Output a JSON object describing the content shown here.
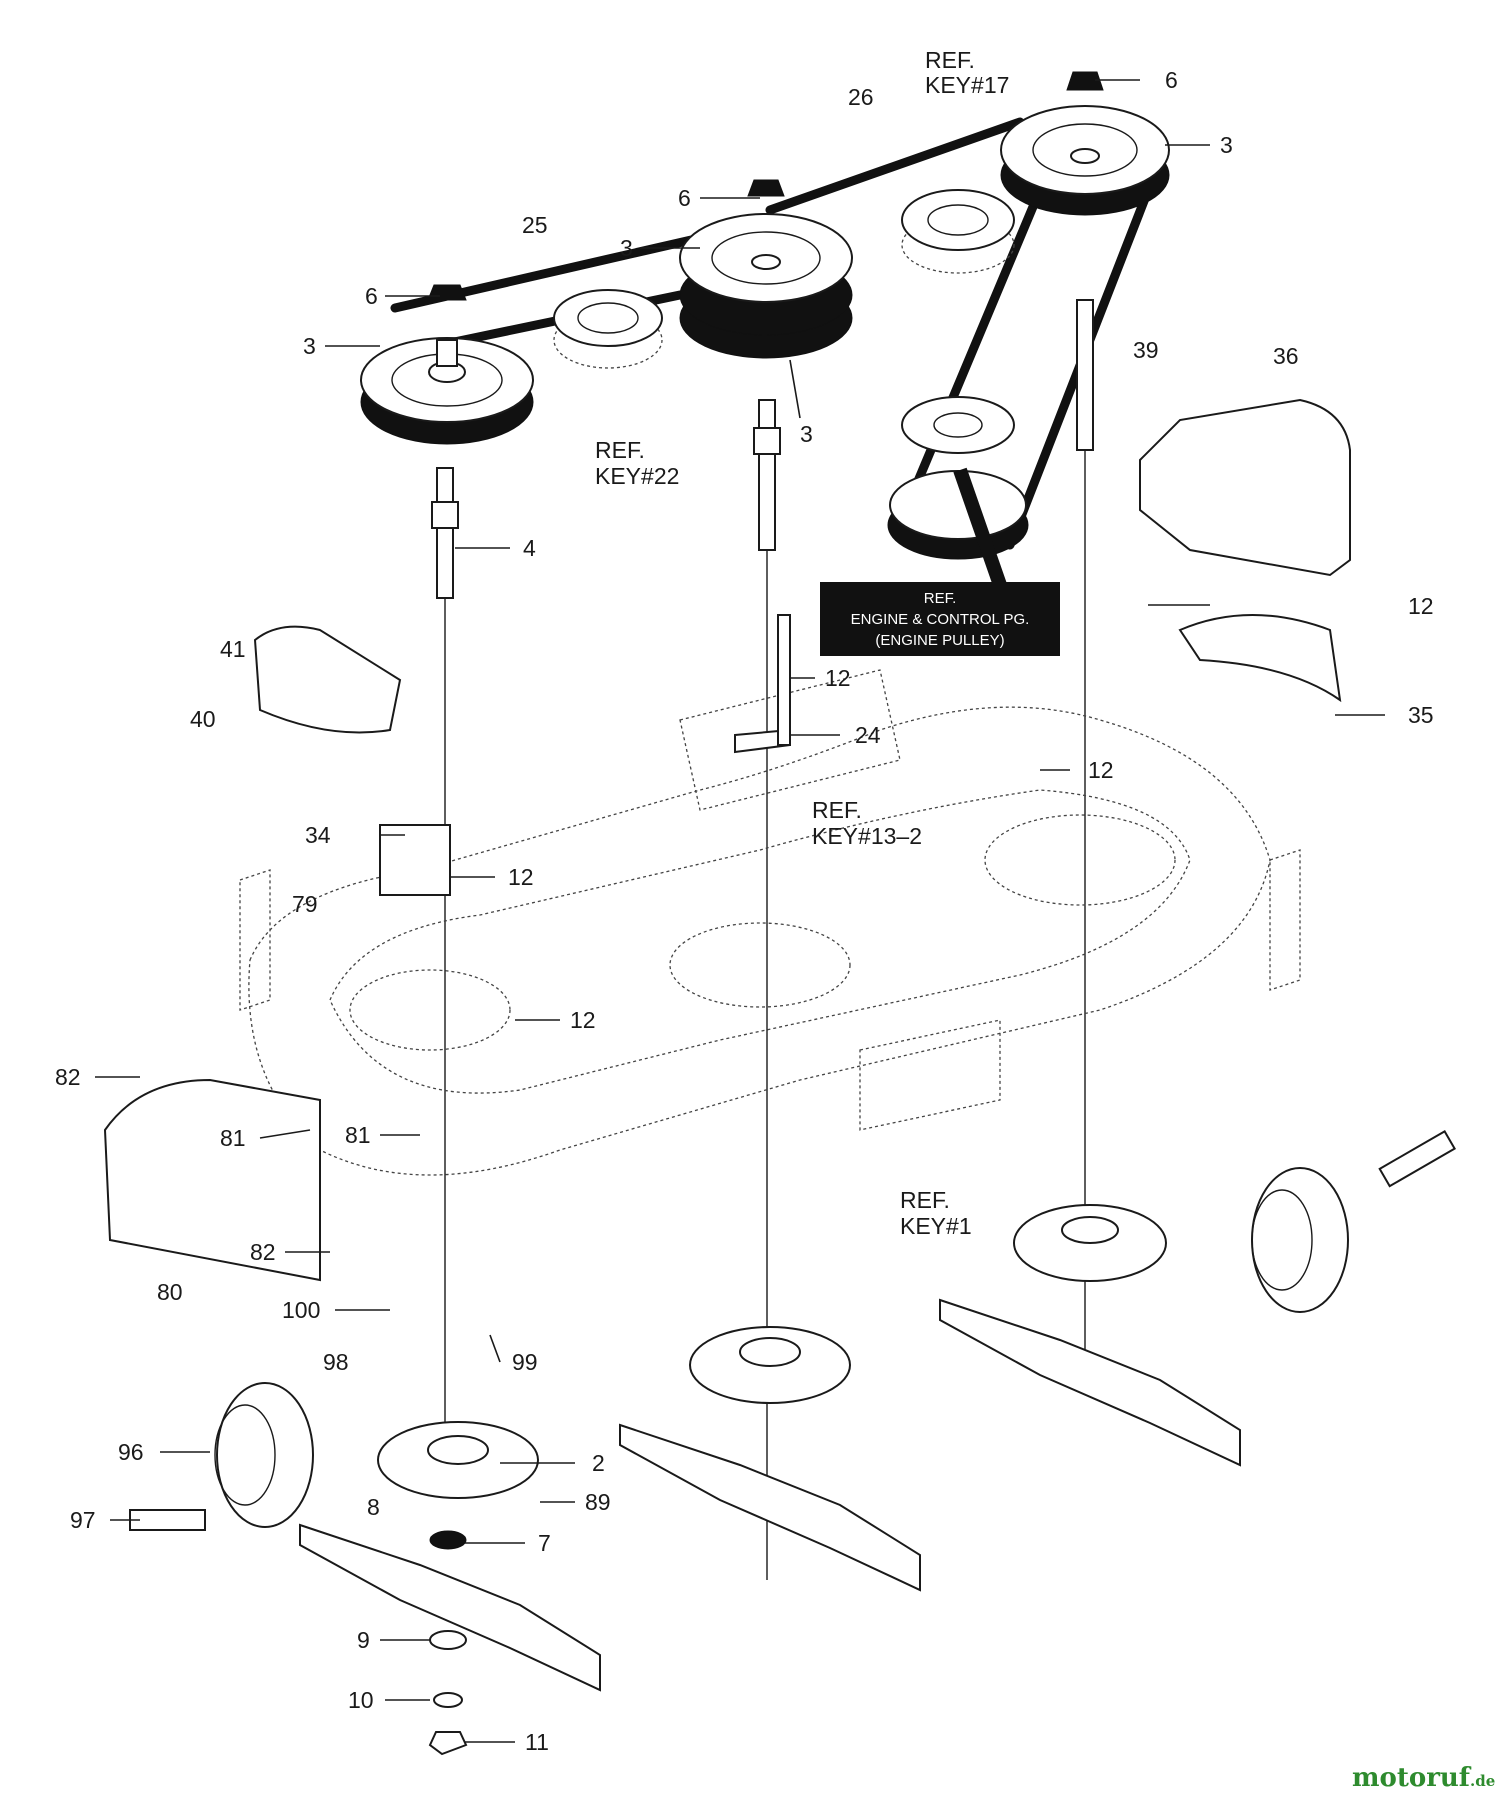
{
  "diagram": {
    "callouts": [
      {
        "id": "c6a",
        "text": "6"
      },
      {
        "id": "c3a",
        "text": "3"
      },
      {
        "id": "c26",
        "text": "26"
      },
      {
        "id": "c6b",
        "text": "6"
      },
      {
        "id": "c3b",
        "text": "3"
      },
      {
        "id": "c25",
        "text": "25"
      },
      {
        "id": "c6c",
        "text": "6"
      },
      {
        "id": "c3c",
        "text": "3"
      },
      {
        "id": "c3d",
        "text": "3"
      },
      {
        "id": "c4",
        "text": "4"
      },
      {
        "id": "c39",
        "text": "39"
      },
      {
        "id": "c36",
        "text": "36"
      },
      {
        "id": "c12a",
        "text": "12"
      },
      {
        "id": "c41",
        "text": "41"
      },
      {
        "id": "c40",
        "text": "40"
      },
      {
        "id": "c12b",
        "text": "12"
      },
      {
        "id": "c24",
        "text": "24"
      },
      {
        "id": "c35",
        "text": "35"
      },
      {
        "id": "c12c",
        "text": "12"
      },
      {
        "id": "c34",
        "text": "34"
      },
      {
        "id": "c12d",
        "text": "12"
      },
      {
        "id": "c79",
        "text": "79"
      },
      {
        "id": "c12e",
        "text": "12"
      },
      {
        "id": "c82a",
        "text": "82"
      },
      {
        "id": "c81a",
        "text": "81"
      },
      {
        "id": "c81b",
        "text": "81"
      },
      {
        "id": "c82b",
        "text": "82"
      },
      {
        "id": "c80",
        "text": "80"
      },
      {
        "id": "c100",
        "text": "100"
      },
      {
        "id": "c98",
        "text": "98"
      },
      {
        "id": "c99",
        "text": "99"
      },
      {
        "id": "c96",
        "text": "96"
      },
      {
        "id": "c2",
        "text": "2"
      },
      {
        "id": "c89",
        "text": "89"
      },
      {
        "id": "c97",
        "text": "97"
      },
      {
        "id": "c8",
        "text": "8"
      },
      {
        "id": "c7",
        "text": "7"
      },
      {
        "id": "c9",
        "text": "9"
      },
      {
        "id": "c10",
        "text": "10"
      },
      {
        "id": "c11",
        "text": "11"
      }
    ],
    "references": {
      "key17": [
        "REF.",
        "KEY#17"
      ],
      "key22": [
        "REF.",
        "KEY#22"
      ],
      "key13": [
        "REF.",
        "KEY#13–2"
      ],
      "key1": [
        "REF.",
        "KEY#1"
      ]
    },
    "engine_box": [
      "REF.",
      "ENGINE & CONTROL PG.",
      "(ENGINE PULLEY)"
    ],
    "watermark": {
      "brand": "motoruf",
      "suffix": ".de",
      "color": "#2e8b2e"
    }
  }
}
